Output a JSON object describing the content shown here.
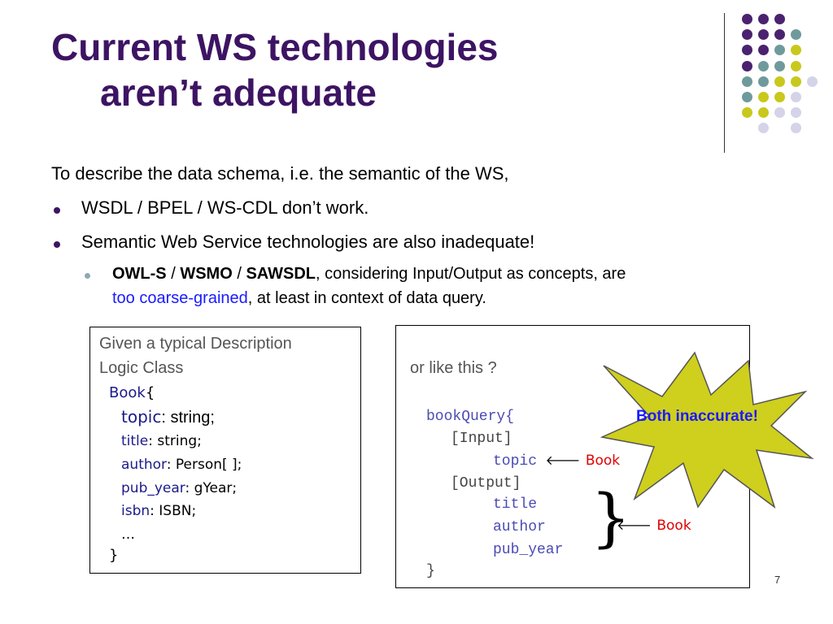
{
  "title": {
    "line1": "Current WS technologies",
    "line2": "aren’t adequate"
  },
  "intro": "To describe the data schema, i.e. the semantic of the WS,",
  "bullets": [
    "WSDL / BPEL / WS-CDL  don’t work.",
    "Semantic Web Service technologies are also inadequate!"
  ],
  "sub_bullet": {
    "owls": "OWL-S",
    "sep": " / ",
    "wsmo": "WSMO",
    "sawsdl": "SAWSDL",
    "rest1": ", considering Input/Output as concepts, are",
    "highlight": "too coarse-grained",
    "rest2": ", at least in context of data query."
  },
  "left_box": {
    "caption_line1": "Given a typical Description",
    "caption_line2": "Logic Class",
    "class_name": "Book",
    "open_brace": "{",
    "fields": [
      {
        "name": "topic",
        "type": ": string;"
      },
      {
        "name": "title",
        "type": ": string;"
      },
      {
        "name": "author",
        "type": ": Person[ ];"
      },
      {
        "name": "pub_year",
        "type": ": gYear;"
      },
      {
        "name": "isbn",
        "type": ": ISBN;"
      }
    ],
    "ellipsis": "…",
    "close_brace": "}"
  },
  "right_box": {
    "caption": "or like this ?",
    "query_name": "bookQuery{",
    "input_label": "[Input]",
    "input_field": "topic",
    "input_arrow": "🡐",
    "input_concept": "Book",
    "output_label": "[Output]",
    "output_fields": [
      "title",
      "author",
      "pub_year"
    ],
    "output_brace": "}",
    "output_arrow": "🡐",
    "output_concept": "Book",
    "close_brace": "}"
  },
  "starburst": {
    "label": "Both inaccurate!",
    "fill": "#cfcf1e"
  },
  "page_number": "7",
  "colors": {
    "title": "#3d1463",
    "purple": "#4a2270",
    "teal": "#6f9a9c",
    "olive": "#c9c81d",
    "lavender": "#d4d3e8"
  }
}
